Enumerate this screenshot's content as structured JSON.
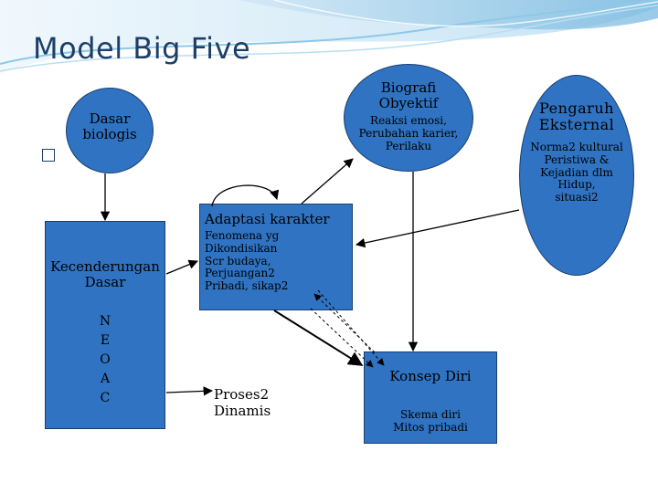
{
  "title": "Model Big Five",
  "colors": {
    "node_fill": "#2f73c2",
    "node_border": "#1a3f6e",
    "title": "#1d3f67",
    "arrow": "#000000"
  },
  "bullet_icon": "placeholder-square-icon",
  "nodes": {
    "dasar_biologis": {
      "label": "Dasar\nbiologis"
    },
    "biografi": {
      "title": "Biografi\nObyektif",
      "detail": "Reaksi emosi,\nPerubahan karier,\nPerilaku"
    },
    "pengaruh": {
      "title": "Pengaruh\nEksternal",
      "detail": "Norma2 kultural\nPeristiwa &\nKejadian dlm\nHidup,\nsituasi2"
    },
    "kecenderungan": {
      "title": "Kecenderungan\nDasar",
      "letters": [
        "N",
        "E",
        "O",
        "A",
        "C"
      ]
    },
    "adaptasi": {
      "title": "Adaptasi karakter",
      "detail": "Fenomena yg\nDikondisikan\nScr budaya,\nPerjuangan2\nPribadi, sikap2"
    },
    "proses": {
      "label": "Proses2\nDinamis"
    },
    "konsep": {
      "title": "Konsep Diri",
      "detail": "Skema diri\nMitos pribadi"
    }
  }
}
